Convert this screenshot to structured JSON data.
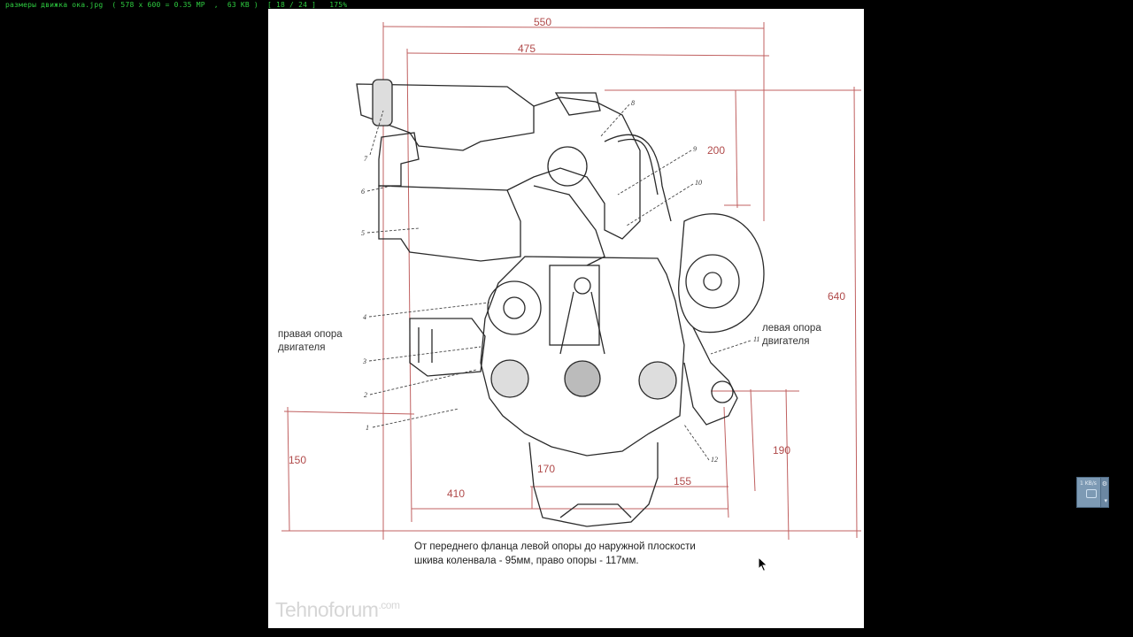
{
  "viewer": {
    "status_text": "размеры движка ока.jpg  ( 578 x 600 = 0.35 MP  ,  63 KB )  [ 18 / 24 ]   175%"
  },
  "drawing": {
    "dimensions": {
      "d550": "550",
      "d475": "475",
      "d200": "200",
      "d640": "640",
      "d150": "150",
      "d170": "170",
      "d410": "410",
      "d155": "155",
      "d190": "190"
    },
    "labels": {
      "right_mount_line1": "правая опора",
      "right_mount_line2": "двигателя",
      "left_mount_line1": "левая опора",
      "left_mount_line2": "двигателя"
    },
    "part_numbers": [
      "1",
      "2",
      "3",
      "4",
      "5",
      "6",
      "7",
      "8",
      "9",
      "10",
      "11",
      "12"
    ],
    "caption_line1": "От переднего фланца левой опоры до наружной плоскости",
    "caption_line2": "шкива коленвала - 95мм, право опоры - 117мм.",
    "watermark": "Tehnoforum",
    "watermark_suffix": ".com"
  },
  "tray_widget": {
    "label": "1 KB/s"
  },
  "colors": {
    "dimension_red": "#b04a4a",
    "status_green": "#2ecc40",
    "line_dark": "#2a2a2a"
  }
}
